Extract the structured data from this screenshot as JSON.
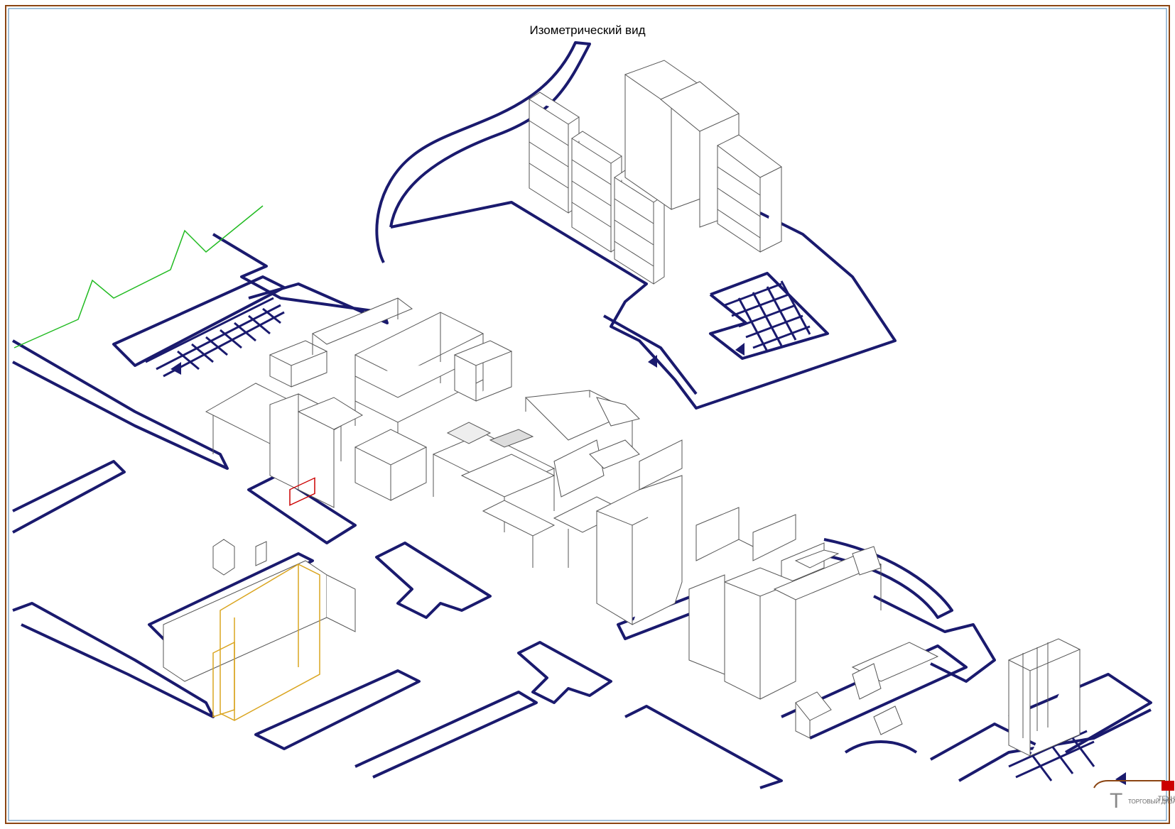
{
  "drawing": {
    "title": "Изометрический вид"
  },
  "colors": {
    "frame_outer": "#8B4513",
    "frame_inner": "#4682B4",
    "walls": "#1a1a6e",
    "equipment": "#555555",
    "highlight": "#DAA520",
    "accent_red": "#cc0000",
    "green_break": "#22bb22"
  },
  "logo": {
    "left_text": "ТОРГОВЫЙ ДИЗАЙН",
    "right_text": "ТЕХНО ФУД"
  },
  "equipment": [
    {
      "name": "storage-shelving-upper",
      "icon": "shelving"
    },
    {
      "name": "cold-room-cabinets",
      "icon": "cabinet"
    },
    {
      "name": "cooking-line",
      "icon": "stove"
    },
    {
      "name": "refrigerators",
      "icon": "fridge"
    },
    {
      "name": "office-desk",
      "icon": "desk"
    },
    {
      "name": "lockers",
      "icon": "locker"
    }
  ]
}
